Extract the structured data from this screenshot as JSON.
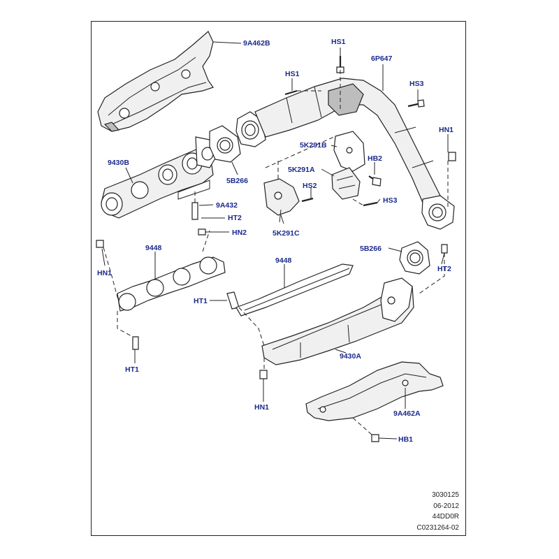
{
  "labels": {
    "heatshield_upper": "9A462B",
    "hs1_top": "HS1",
    "hs1_mid": "HS1",
    "pipe": "6P647",
    "hs3_top": "HS3",
    "hn1_right": "HN1",
    "manifold_b": "9430B",
    "bracket_b": "5K291B",
    "hb2": "HB2",
    "bracket_a": "5K291A",
    "gasket_b_top": "5B266",
    "hs2": "HS2",
    "hs3_mid": "HS3",
    "stud_b": "9A432",
    "ht2_left": "HT2",
    "hn2": "HN2",
    "bracket_c": "5K291C",
    "gasket_b_right": "5B266",
    "hn1_left": "HN1",
    "gasket_left": "9448",
    "gasket_right": "9448",
    "ht2_right": "HT2",
    "ht1_mid": "HT1",
    "manifold_a": "9430A",
    "ht1_bottom": "HT1",
    "hn1_bottom": "HN1",
    "heatshield_lower": "9A462A",
    "hb1": "HB1"
  },
  "reference": {
    "line1": "3030125",
    "line2": "06-2012",
    "line3": "44DD0R",
    "line4": "C0231264-02"
  },
  "colors": {
    "label": "#1a2a8c",
    "line": "#222222",
    "frame": "#222222"
  }
}
